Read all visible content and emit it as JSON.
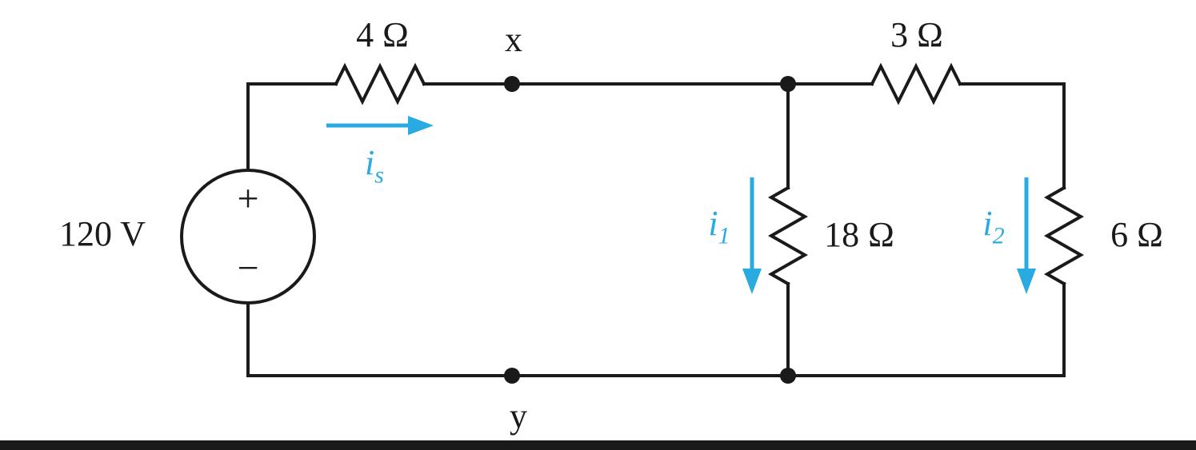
{
  "colors": {
    "accent": "#29abe2",
    "wire": "#1a1a1a"
  },
  "source": {
    "label": "120 V",
    "plus": "+",
    "minus": "−"
  },
  "resistors": {
    "r_series_left": "4 Ω",
    "r_series_right": "3 Ω",
    "r_middle": "18 Ω",
    "r_right": "6 Ω"
  },
  "nodes": {
    "x": "x",
    "y": "y"
  },
  "currents": {
    "is": {
      "base": "i",
      "sub": "s"
    },
    "i1": {
      "base": "i",
      "sub": "1"
    },
    "i2": {
      "base": "i",
      "sub": "2"
    }
  }
}
